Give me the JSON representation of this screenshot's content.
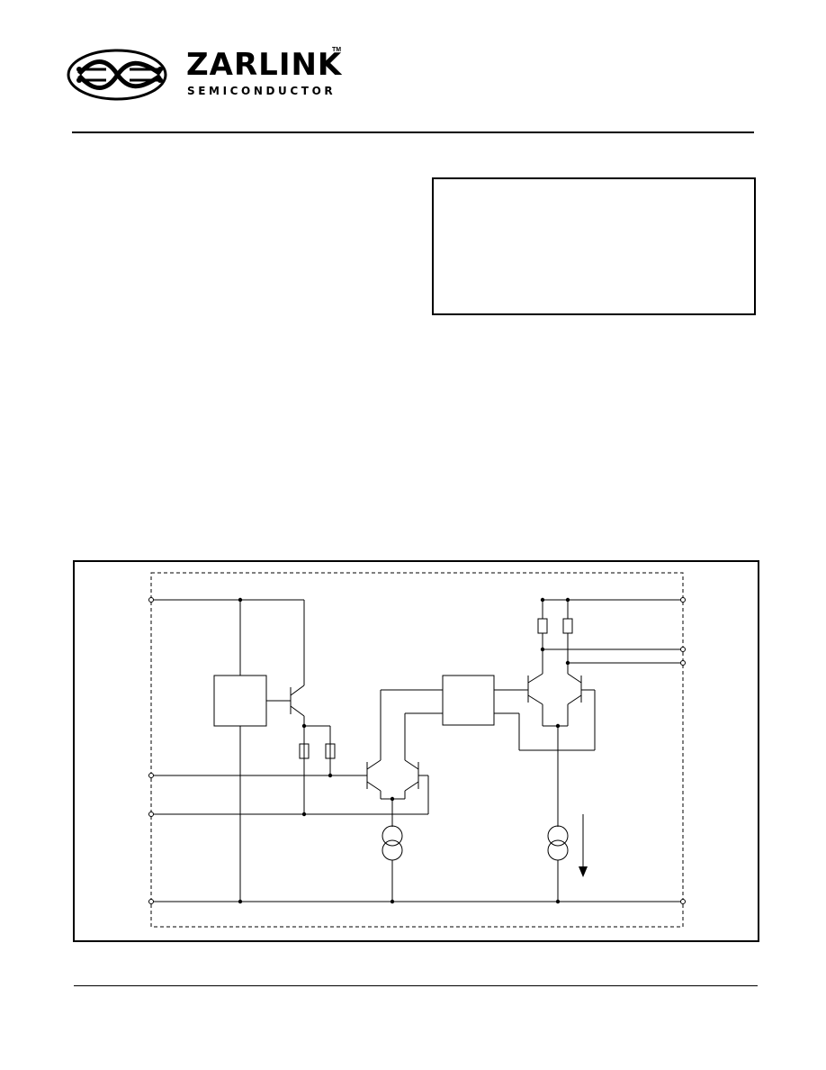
{
  "header": {
    "brand_name": "ZARLINK",
    "brand_tagline": "SEMICONDUCTOR",
    "trademark": "TM"
  },
  "icons": {
    "logo": "zarlink-logo-mark",
    "current_direction": "arrow-down-icon"
  },
  "colors": {
    "ink": "#000000",
    "background": "#ffffff"
  }
}
